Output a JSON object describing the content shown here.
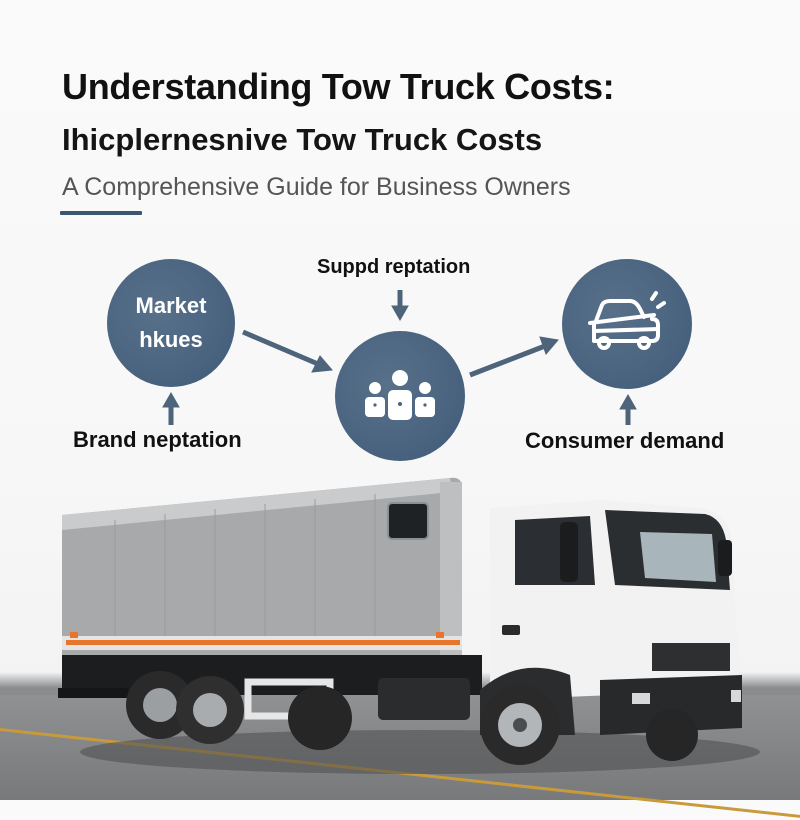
{
  "header": {
    "title": "Understanding Tow Truck Costs:",
    "title_line2": "Ihicplernesnive Tow Truck Costs",
    "subtitle": "A Comprehensive Guide for Business Owners"
  },
  "diagram": {
    "nodes": [
      {
        "id": "market",
        "text_line1": "Market",
        "text_line2": "hkues",
        "icon": "text"
      },
      {
        "id": "center",
        "icon": "people-group-icon"
      },
      {
        "id": "car",
        "icon": "car-crash-icon"
      }
    ],
    "labels": {
      "brand": "Brand neptation",
      "supply": "Suppd reptation",
      "consumer": "Consumer demand"
    }
  },
  "colors": {
    "accent": "#4a6480",
    "rule": "#3d5670",
    "stripe": "#e8762a"
  },
  "image": {
    "subject": "white box truck with silver cargo body on asphalt"
  }
}
